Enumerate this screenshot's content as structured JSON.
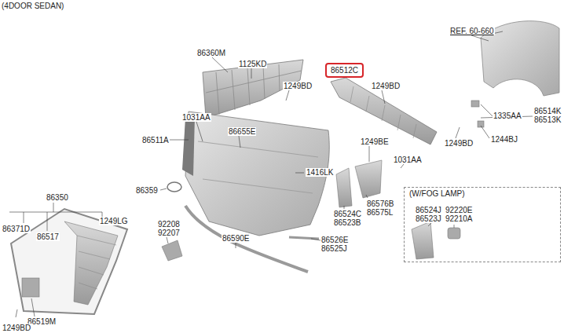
{
  "diagram": {
    "title": "(4DOOR SEDAN)",
    "nodes": [
      {
        "text": [
          "86512C"
        ]
      },
      {
        "text": [
          "(W/FOG LAMP)"
        ]
      }
    ],
    "labels": [
      "86360M",
      "1125KD",
      "1249BD",
      "REF. 60-660",
      "1249BD",
      "1031AA",
      "86655E",
      "86511A",
      "1249BE",
      "1031AA",
      "86514K",
      "86513K",
      "1335AA",
      "1249BD",
      "1244BJ",
      "1416LK",
      "86359",
      "86350",
      "86524C",
      "86523B",
      "86576B",
      "86575L",
      "86524J",
      "86523J",
      "92220E",
      "92210A",
      "86371D",
      "86517",
      "1249LG",
      "92208",
      "92207",
      "86590E",
      "86526E",
      "86525J",
      "86519M",
      "1249BD"
    ]
  }
}
